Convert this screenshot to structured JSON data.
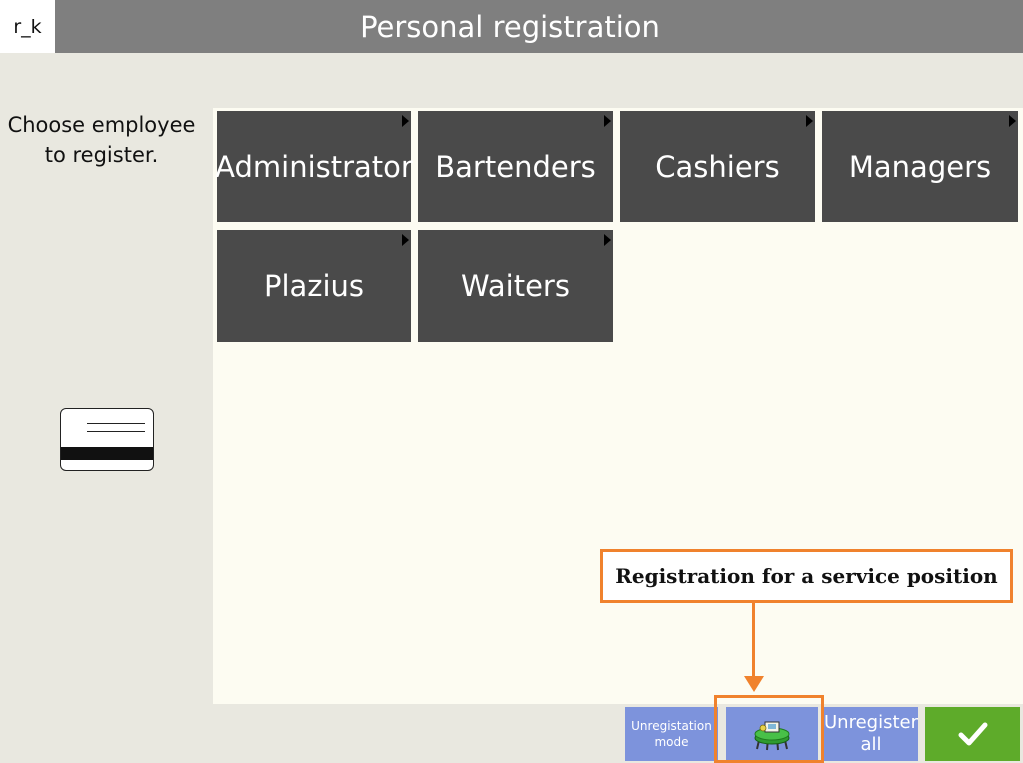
{
  "header": {
    "logo": "r_k",
    "title": "Personal registration"
  },
  "instruction": {
    "line1": "Choose employee",
    "line2": "to register."
  },
  "groups": [
    {
      "label": "Administrator"
    },
    {
      "label": "Bartenders"
    },
    {
      "label": "Cashiers"
    },
    {
      "label": "Managers"
    },
    {
      "label": "Plazius"
    },
    {
      "label": "Waiters"
    }
  ],
  "callout": {
    "text": "Registration for a service position"
  },
  "bottom": {
    "unreg_mode_line1": "Unregistation",
    "unreg_mode_line2": "mode",
    "unreg_all_line1": "Unregister",
    "unreg_all_line2": "all",
    "service_icon": "service-station-icon",
    "ok_icon": "checkmark-icon"
  },
  "colors": {
    "header": "#7f7f7f",
    "tile": "#4a4a4a",
    "bottom_button": "#7d93dc",
    "ok_button": "#5eab2a",
    "annotation": "#f0822d"
  }
}
